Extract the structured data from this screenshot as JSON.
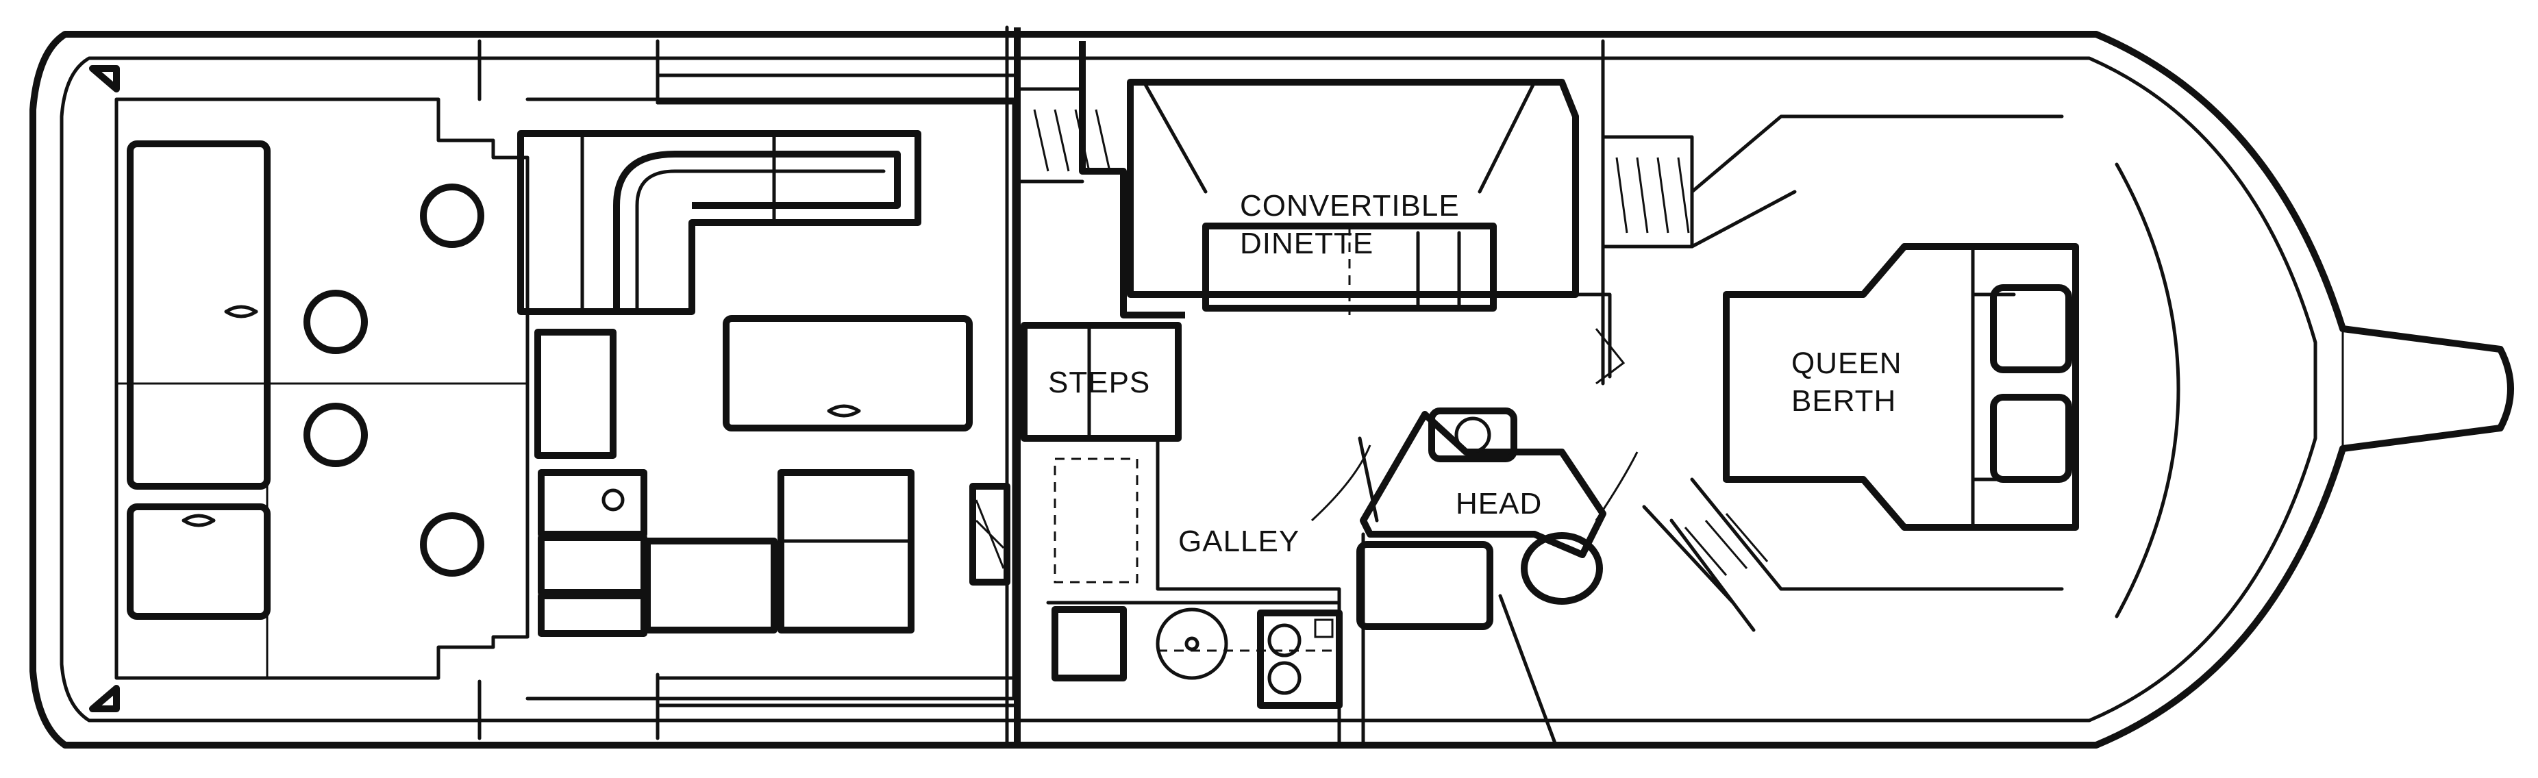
{
  "labels": {
    "convertible": "CONVERTIBLE",
    "dinette": "DINETTE",
    "steps": "STEPS",
    "galley": "GALLEY",
    "head": "HEAD",
    "queen": "QUEEN",
    "berth": "BERTH"
  }
}
